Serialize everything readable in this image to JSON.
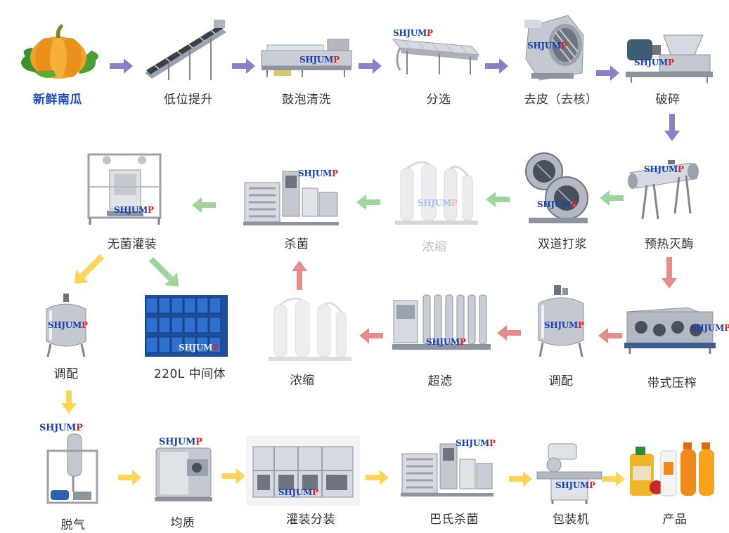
{
  "brand": {
    "main": "SHJUM",
    "last": "P"
  },
  "colors": {
    "arrow_purple": "#8583c6",
    "arrow_green": "#9fd49a",
    "arrow_red": "#e58d8d",
    "arrow_yellow": "#ffd45a",
    "label_text": "#333333",
    "label_first": "#1f4fbf",
    "label_faded": "#b8bec8",
    "steel": "#c9ced6"
  },
  "steps": {
    "s1": {
      "label": "新鲜南瓜",
      "icon": "pumpkin-icon"
    },
    "s2": {
      "label": "低位提升",
      "icon": "conveyor-elevator-icon"
    },
    "s3": {
      "label": "鼓泡清洗",
      "icon": "bubble-washer-icon"
    },
    "s4": {
      "label": "分选",
      "icon": "sorting-conveyor-icon"
    },
    "s5": {
      "label": "去皮（去核）",
      "icon": "peeler-icon"
    },
    "s6": {
      "label": "破碎",
      "icon": "crusher-icon"
    },
    "s7": {
      "label": "预热灭酶",
      "icon": "preheater-icon"
    },
    "s8": {
      "label": "双道打浆",
      "icon": "pulper-icon"
    },
    "s9": {
      "label": "浓缩",
      "icon": "evaporator-icon"
    },
    "s10": {
      "label": "杀菌",
      "icon": "sterilizer-icon"
    },
    "s11": {
      "label": "无菌灌装",
      "icon": "aseptic-filler-icon"
    },
    "s12": {
      "label": "带式压榨",
      "icon": "belt-press-icon"
    },
    "s13": {
      "label": "调配",
      "icon": "mixing-tank-icon"
    },
    "s14": {
      "label": "超滤",
      "icon": "ultrafiltration-icon"
    },
    "s15": {
      "label": "浓缩",
      "icon": "evaporator-icon"
    },
    "s16": {
      "label": "调配",
      "icon": "mixing-tank-icon"
    },
    "s17": {
      "label": "220L 中间体",
      "icon": "drums-icon"
    },
    "s18": {
      "label": "脱气",
      "icon": "deaerator-icon"
    },
    "s19": {
      "label": "均质",
      "icon": "homogenizer-icon"
    },
    "s20": {
      "label": "灌装分装",
      "icon": "bottling-line-icon"
    },
    "s21": {
      "label": "巴氏杀菌",
      "icon": "pasteurizer-icon"
    },
    "s22": {
      "label": "包装机",
      "icon": "labeling-machine-icon"
    },
    "s23": {
      "label": "产品",
      "icon": "juice-bottles-icon"
    }
  }
}
